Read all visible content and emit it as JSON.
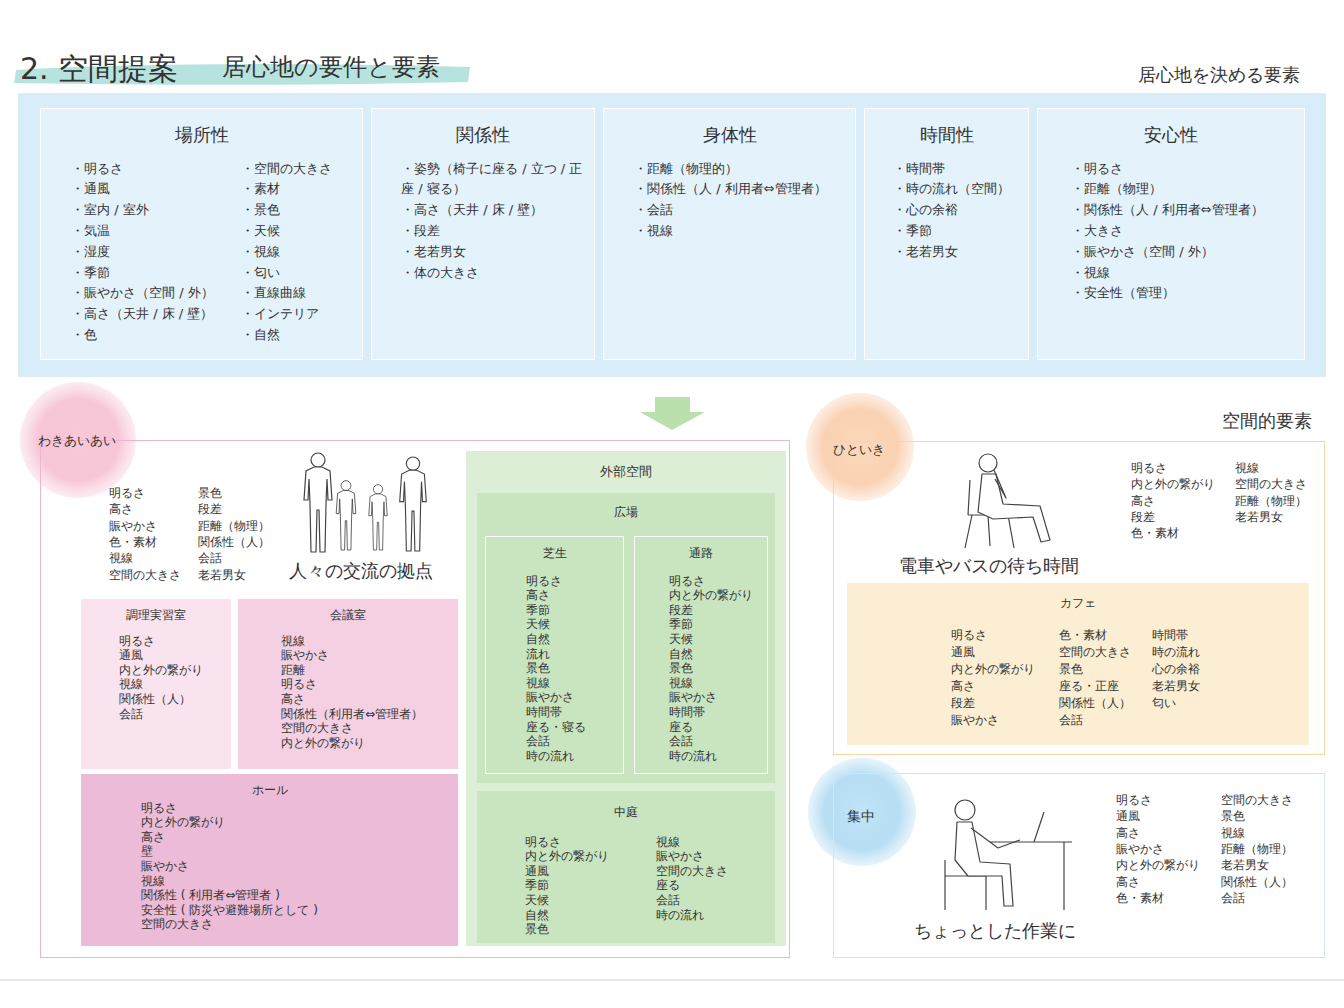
{
  "diagram": {
    "title": "2. 空間提案",
    "nodes": [
      {
        "text": [
          "居心地を決める要素"
        ]
      },
      {
        "text": [
          "場所性",
          "・明るさ",
          "・通風",
          "・室内 / 室外",
          "・気温",
          "・湿度",
          "・季節",
          "・賑やかさ（空間 / 外）",
          "・高さ（天井 / 床 / 壁）",
          "・色",
          "・空間の大きさ",
          "・素材",
          "・景色",
          "・天候",
          "・視線",
          "・匂い",
          "・直線曲線",
          "・インテリア",
          "・自然"
        ],
        "in": 0
      },
      {
        "text": [
          "関係性",
          "・姿勢（椅子に座る / 立つ / 正座 / 寝る）",
          "・高さ（天井 / 床 / 壁）",
          "・段差",
          "・老若男女",
          "・体の大きさ"
        ],
        "in": 0
      },
      {
        "text": [
          "身体性",
          "・距離（物理的）",
          "・関係性（人 / 利用者⇔管理者）",
          "・会話",
          "・視線"
        ],
        "in": 0
      },
      {
        "text": [
          "時間性",
          "・時間帯",
          "・時の流れ（空間）",
          "・心の余裕",
          "・季節",
          "・老若男女"
        ],
        "in": 0
      },
      {
        "text": [
          "安心性",
          "・明るさ",
          "・距離（物理）",
          "・関係性（人 / 利用者⇔管理者）",
          "・大きさ",
          "・賑やかさ（空間 / 外）",
          "・視線",
          "・安全性（管理）"
        ],
        "in": 0
      },
      {
        "text": [
          "わきあいあい",
          "明るさ",
          "高さ",
          "賑やかさ",
          "色・素材",
          "視線",
          "空間の大きさ",
          "景色",
          "段差",
          "距離（物理）",
          "関係性（人）",
          "会話",
          "老若男女",
          "人々の交流の拠点"
        ]
      },
      {
        "text": [
          "調理実習室",
          "明るさ",
          "通風",
          "内と外の繋がり",
          "視線",
          "関係性（人）",
          "会話"
        ],
        "in": 6
      },
      {
        "text": [
          "会議室",
          "視線",
          "賑やかさ",
          "距離",
          "明るさ",
          "高さ",
          "関係性（利用者⇔管理者）",
          "空間の大きさ",
          "内と外の繋がり"
        ],
        "in": 6
      },
      {
        "text": [
          "ホール",
          "明るさ",
          "内と外の繋がり",
          "高さ",
          "壁",
          "賑やかさ",
          "視線",
          "関係性 ( 利用者⇔管理者 )",
          "安全性 ( 防災や避難場所として )",
          "空間の大きさ"
        ],
        "in": 6
      },
      {
        "text": [
          "外部空間"
        ],
        "in": 6
      },
      {
        "text": [
          "広場"
        ],
        "in": 10
      },
      {
        "text": [
          "芝生",
          "明るさ",
          "高さ",
          "季節",
          "天候",
          "自然",
          "流れ",
          "景色",
          "視線",
          "賑やかさ",
          "時間帯",
          "座る・寝る",
          "会話",
          "時の流れ"
        ],
        "in": 11
      },
      {
        "text": [
          "通路",
          "明るさ",
          "内と外の繋がり",
          "段差",
          "季節",
          "天候",
          "自然",
          "景色",
          "視線",
          "賑やかさ",
          "時間帯",
          "座る",
          "会話",
          "時の流れ"
        ],
        "in": 11
      },
      {
        "text": [
          "中庭",
          "明るさ",
          "内と外の繋がり",
          "通風",
          "季節",
          "天候",
          "自然",
          "景色",
          "視線",
          "賑やかさ",
          "空間の大きさ",
          "座る",
          "会話",
          "時の流れ"
        ],
        "in": 10
      },
      {
        "text": [
          "ひといき",
          "明るさ",
          "内と外の繋がり",
          "高さ",
          "段差",
          "色・素材",
          "視線",
          "空間の大きさ",
          "距離（物理）",
          "老若男女",
          "電車やバスの待ち時間"
        ]
      },
      {
        "text": [
          "カフェ",
          "明るさ",
          "通風",
          "内と外の繋がり",
          "高さ",
          "段差",
          "賑やかさ",
          "色・素材",
          "空間の大きさ",
          "景色",
          "座る・正座",
          "関係性（人）",
          "会話",
          "時間帯",
          "時の流れ",
          "心の余裕",
          "老若男女",
          "匂い"
        ],
        "in": 15
      },
      {
        "text": [
          "集中",
          "明るさ",
          "通風",
          "高さ",
          "賑やかさ",
          "内と外の繋がり",
          "高さ",
          "色・素材",
          "空間の大きさ",
          "景色",
          "視線",
          "距離（物理）",
          "老若男女",
          "関係性（人）",
          "会話",
          "ちょっとした作業に"
        ]
      }
    ],
    "labels": [
      "居心地の要件と要素",
      "空間的要素"
    ]
  }
}
